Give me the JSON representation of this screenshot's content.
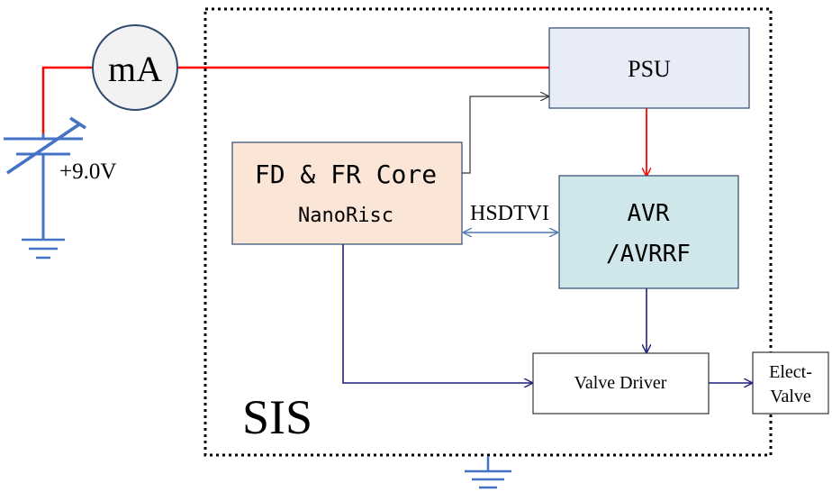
{
  "meter": {
    "label": "mA"
  },
  "supply": {
    "label": "+9.0V"
  },
  "blocks": {
    "psu": {
      "label": "PSU"
    },
    "core": {
      "line1": "FD & FR Core",
      "line2": "NanoRisc"
    },
    "avr": {
      "line1": "AVR",
      "line2": "/AVRRF"
    },
    "valve_driver": {
      "label": "Valve Driver"
    },
    "elect_valve": {
      "line1": "Elect-",
      "line2": "Valve"
    }
  },
  "bus": {
    "label": "HSDTVI"
  },
  "system": {
    "label": "SIS"
  },
  "colors": {
    "power_wire": "#ff0000",
    "signal_wire": "#1f1f7a",
    "bus_arrow": "#4a7ab5",
    "ground": "#4472c4",
    "psu_fill": "#e8ecf7",
    "core_fill": "#fbe5d6",
    "avr_fill": "#cfe7ea"
  }
}
